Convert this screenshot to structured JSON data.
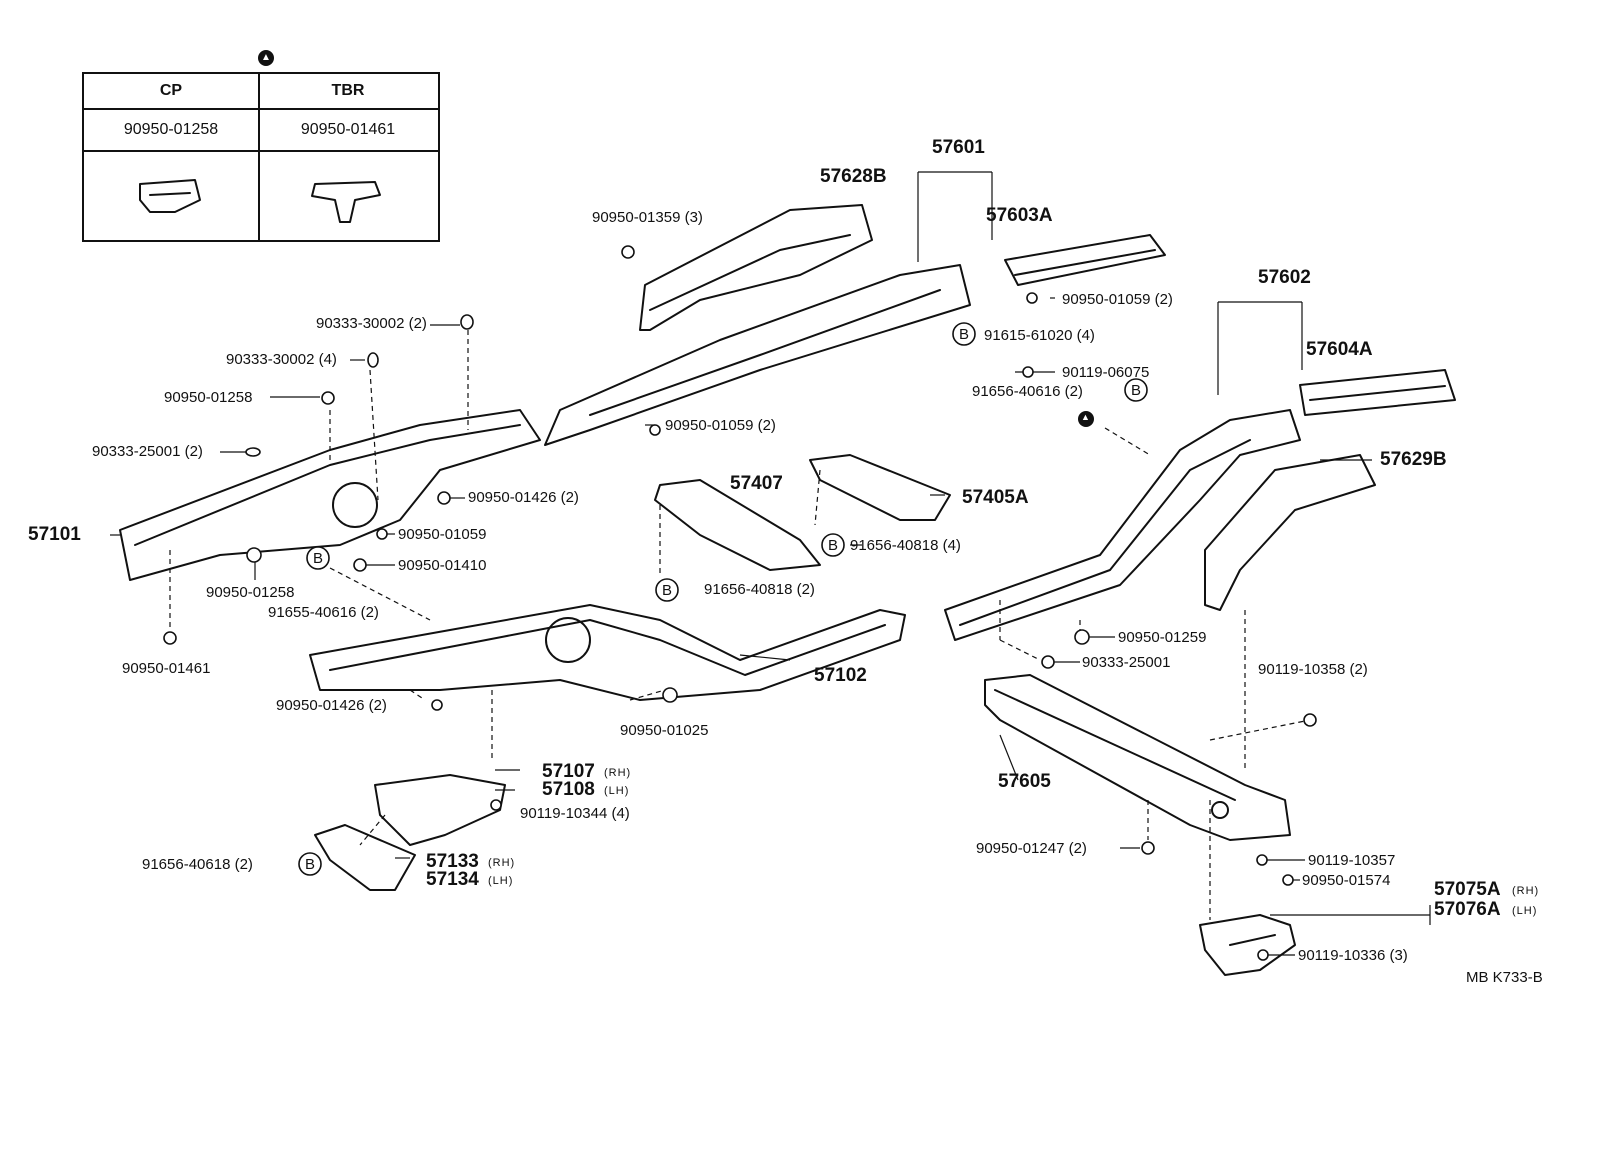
{
  "legend_table": {
    "marker": "▲",
    "columns": [
      "CP",
      "TBR"
    ],
    "part_numbers": [
      "90950-01258",
      "90950-01461"
    ],
    "clip_icons": [
      "cp-clip-icon",
      "tbr-clip-icon"
    ]
  },
  "callouts": {
    "p57601": "57601",
    "p57628B": "57628B",
    "p57603A": "57603A",
    "p90950_01359": "90950-01359 (3)",
    "p90950_01059a": "90950-01059 (2)",
    "p91615_61020": "91615-61020 (4)",
    "p90119_06075": "90119-06075",
    "p57602": "57602",
    "p57604A": "57604A",
    "p91656_40616": "91656-40616 (2)",
    "p57629B": "57629B",
    "p90333_30002a": "90333-30002 (2)",
    "p90333_30002b": "90333-30002 (4)",
    "p90950_01258a": "90950-01258",
    "p90333_25001a": "90333-25001 (2)",
    "p57101": "57101",
    "p90950_01426a": "90950-01426 (2)",
    "p90950_01059b": "90950-01059",
    "p90950_01410": "90950-01410",
    "p90950_01258b": "90950-01258",
    "p91655_40616": "91655-40616 (2)",
    "p90950_01461": "90950-01461",
    "p90950_01059c": "90950-01059 (2)",
    "p57407": "57407",
    "p57405A": "57405A",
    "p91656_40818a": "91656-40818 (4)",
    "p91656_40818b": "91656-40818 (2)",
    "p57102": "57102",
    "p90950_01426b": "90950-01426 (2)",
    "p90950_01025": "90950-01025",
    "p57107": "57107",
    "p57108": "57108",
    "p90119_10344": "90119-10344 (4)",
    "p57133": "57133",
    "p57134": "57134",
    "p91656_40618": "91656-40618 (2)",
    "p90950_01259": "90950-01259",
    "p90333_25001b": "90333-25001",
    "p90119_10358": "90119-10358 (2)",
    "p57605": "57605",
    "p90950_01247": "90950-01247 (2)",
    "p90119_10357": "90119-10357",
    "p90950_01574": "90950-01574",
    "p57075A": "57075A",
    "p57076A": "57076A",
    "p90119_10336": "90119-10336 (3)",
    "rh": "(RH)",
    "lh": "(LH)",
    "ref_b": "B",
    "ref_a": "▲",
    "diagram_code": "MB  K733-B"
  }
}
